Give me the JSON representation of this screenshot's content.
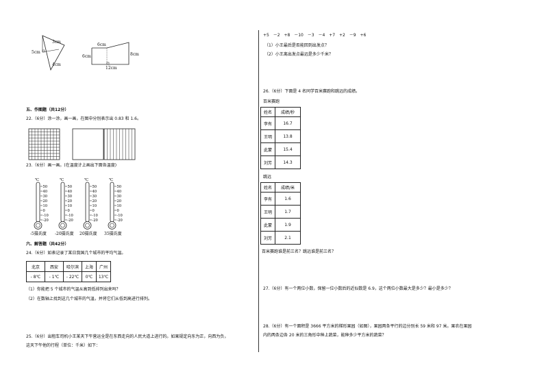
{
  "figures": {
    "tri": {
      "top": "3cm",
      "left": "5cm",
      "bottom": "4cm"
    },
    "trap": {
      "top": "6cm",
      "left": "6cm",
      "right": "8cm",
      "bottom": "12cm"
    }
  },
  "sec5": {
    "title": "五、作图题（共12分）"
  },
  "q22": {
    "text": "22.（6分）涂一涂，画一画，在图中分别表示出 0.83 和 1.6。"
  },
  "q23": {
    "text": "23.（6分）画一画。(在温度计上画出下面各温度)"
  },
  "therm": {
    "unit": "℃",
    "ticks": [
      "50",
      "40",
      "30",
      "20",
      "10",
      "0",
      "-10",
      "-20"
    ],
    "labels": [
      "-5摄氏度",
      "-20摄氏度",
      "20摄氏度",
      "35摄氏度"
    ]
  },
  "sec6": {
    "title": "六、解答题（共42分）"
  },
  "q24": {
    "text": "24.（6分）如表记录了某日我国几个城市的平均气温。",
    "cities": [
      "北京",
      "西安",
      "哈尔滨",
      "上海",
      "广州"
    ],
    "temps": [
      "- 8℃",
      "- 1℃",
      "- 22℃",
      "0℃",
      "13℃"
    ],
    "sub1": "（1）你能把 5 个城市的气温从高到低排列出来吗？",
    "sub2": "（2）在数轴上找到这几个城市的气温，并将它们从低到高进行排列。"
  },
  "q25": {
    "line1": "25.（6分）出租车司机小王某天下午营运全是在东西走向的人民大道上进行的。如果规定向东为正，向西为负，",
    "line2": "这天下午他的行程（单位：千米）如下：",
    "values": "+5  －2  +8  －10  －3  －4  +7  +2  －9  +6",
    "sub1": "（1）小王最后是否能回到出发点？",
    "sub2": "（2）小王离出发点最远是多少千米？"
  },
  "q26": {
    "text": "26.（6分）下面是 4 名同学百米赛跑和跳远的成绩。",
    "t1": {
      "caption": "百米赛跑",
      "header": [
        "姓名",
        "成绩/秒"
      ],
      "rows": [
        [
          "李有",
          "16.7"
        ],
        [
          "王明",
          "13.8"
        ],
        [
          "此蒙",
          "15.4"
        ],
        [
          "刘芳",
          "14.3"
        ]
      ]
    },
    "t2": {
      "caption": "跳远",
      "header": [
        "姓名",
        "成绩/米"
      ],
      "rows": [
        [
          "李有",
          "1.6"
        ],
        [
          "王明",
          "1.7"
        ],
        [
          "此蒙",
          "1.9"
        ],
        [
          "刘芳",
          "2.1"
        ]
      ]
    },
    "question": "百米赛跑谁是前三名？跳远谁是前三名？"
  },
  "q27": {
    "text": "27.（6分）有一个两位小数，保留一位小数后的近似数是 6.9，这个两位小数最大是多少？最小是多少？"
  },
  "q28": {
    "line1": "28.（6分）有一个面积是 3666 平方米的梯形果园（如图），果园两条平行的边分别长 59 米和 97 米。果农在果园",
    "line2": "内的两条边各 20 米的三角形中种上蔬菜，能种多少平方米的蔬菜？"
  }
}
